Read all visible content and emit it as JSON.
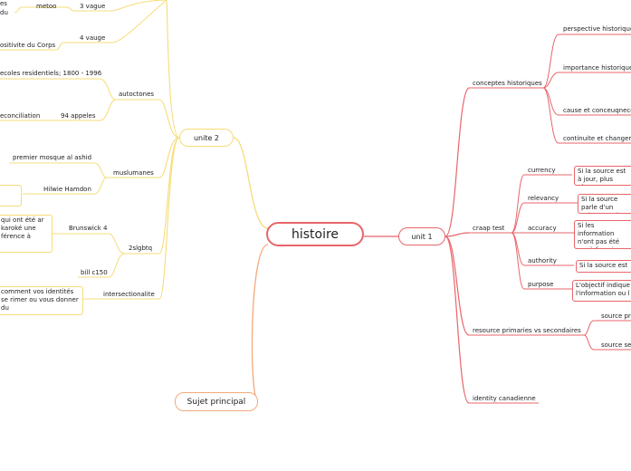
{
  "central": "histoire",
  "unit1": {
    "title": "unit 1",
    "concepts": {
      "label": "conceptes historiques",
      "items": [
        "perspective historique",
        "importance historique",
        "cause et conceuqnece",
        "continuite et changement"
      ]
    },
    "craap": {
      "label": "craap test",
      "criteria": [
        {
          "name": "currency",
          "text": "Si la source est à jour, plus récentes."
        },
        {
          "name": "relevancy",
          "text": "Si la source parle d'un sujet compl"
        },
        {
          "name": "accuracy",
          "text": "Si les information n'ont pas été ma à favoriser un ré"
        },
        {
          "name": "authority",
          "text": "Si la source est c"
        },
        {
          "name": "purpose",
          "text": "L'objectif indique l'information ou l"
        }
      ]
    },
    "resource": {
      "label": "resource primaries vs secondaires",
      "items": [
        "source pr",
        "source se"
      ]
    },
    "identity": "identity canadienne"
  },
  "unite2": {
    "title": "unite 2",
    "top": {
      "fragment1": "es",
      "fragment2": "du",
      "metoo": "metoo",
      "vague3": "3 vague",
      "vague4": "4 vauge",
      "corps": "ositivite du Corps"
    },
    "autoctones": {
      "label": "autoctones",
      "ecoles": "ecoles residentiels; 1800 - 1996",
      "reconciliation": "econciliation",
      "appeles": "94 appeles"
    },
    "muslumanes": {
      "label": "muslumanes",
      "mosque": "premier mosque al ashid",
      "hilwie": "Hilwie Hamdon"
    },
    "lgbtq": {
      "label": "2slgbtq",
      "brunswick": "Brunswick 4",
      "box": "qui ont été ar karoké une férence à",
      "bill": "bill c150"
    },
    "intersectionalite": {
      "label": "intersectionalite",
      "box": "comment vos identités se rimer ou vous donner du"
    }
  },
  "sujet": "Sujet principal",
  "colors": {
    "red": "#e8656a",
    "yellow": "#f6dc78",
    "orange": "#f4a97a"
  }
}
